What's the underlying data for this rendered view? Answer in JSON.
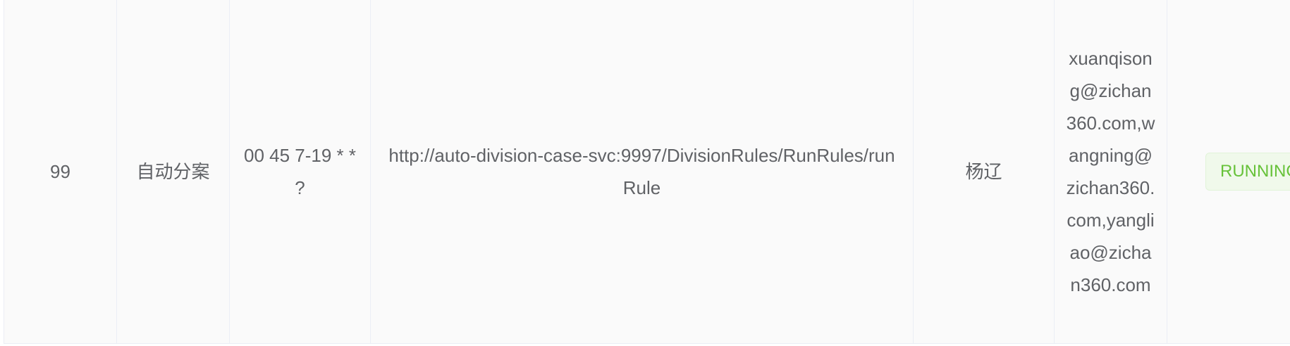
{
  "table": {
    "row": {
      "id": "99",
      "name": "自动分案",
      "cron": "00 45 7-19 * * ?",
      "url": "http://auto-division-case-svc:9997/DivisionRules/RunRules/runRule",
      "owner": "杨辽",
      "emails": "xuanqisong@zichan360.com,wangning@zichan360.com,yangliao@zichan360.com",
      "status": "RUNNING"
    }
  },
  "colors": {
    "status_text": "#67c23a",
    "status_bg": "#f0f9eb",
    "status_border": "#e1f3d8",
    "row_bg": "#fafafa",
    "border": "#ebeef5",
    "text": "#606266"
  }
}
